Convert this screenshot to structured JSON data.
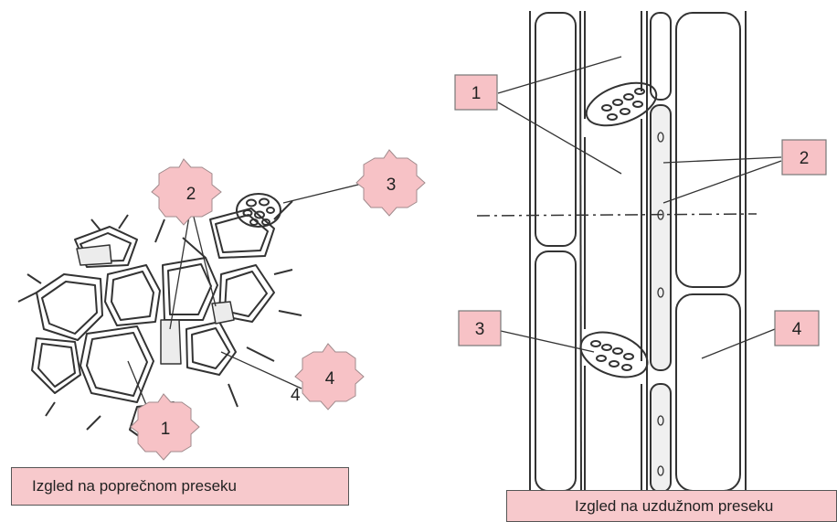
{
  "colors": {
    "label_fill": "#f7c2c6",
    "label_stroke": "#a08a8c",
    "ink": "#333333",
    "caption_bg": "#f7c9cc"
  },
  "left_figure": {
    "caption": "Izgled  na poprečnom preseku",
    "markers": {
      "m1": "1",
      "m2": "2",
      "m3": "3",
      "m4": "4"
    },
    "side_label_4": "4"
  },
  "right_figure": {
    "caption": "Izgled na uzdužnom preseku",
    "labels": {
      "l1": "1",
      "l2": "2",
      "l3": "3",
      "l4": "4"
    }
  }
}
